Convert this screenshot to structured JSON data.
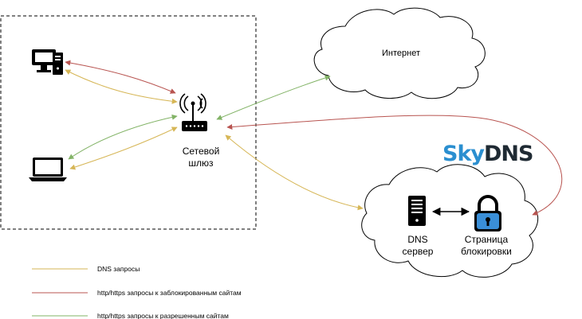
{
  "nodes": {
    "internet": "Интернет",
    "gateway_line1": "Сетевой",
    "gateway_line2": "шлюз",
    "dns_line1": "DNS",
    "dns_line2": "сервер",
    "block_line1": "Страница",
    "block_line2": "блокировки",
    "brand_sky": "Sky",
    "brand_dns": "DNS"
  },
  "legend": [
    {
      "label": "DNS запросы",
      "color": "#d6b656"
    },
    {
      "label": "http/https запросы к заблокированным сайтам",
      "color": "#b85450"
    },
    {
      "label": "http/https запросы к разрешенным сайтам",
      "color": "#82b366"
    }
  ],
  "colors": {
    "dns": "#d6b656",
    "blocked": "#b85450",
    "allowed": "#82b366",
    "brand_sky": "#2b8fd0",
    "brand_dns": "#1f2a33"
  },
  "icons": [
    "desktop-pc-icon",
    "laptop-icon",
    "router-icon",
    "server-icon",
    "padlock-icon"
  ]
}
